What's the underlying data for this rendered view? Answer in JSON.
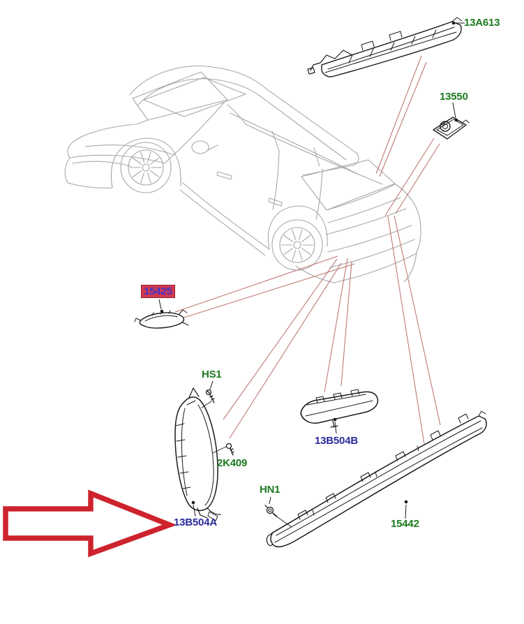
{
  "diagram": {
    "kind": "vehicle-rear-lamps-parts-diagram",
    "colors": {
      "label_green": "#1e7a1e",
      "label_blue": "#2b2b9c",
      "highlight_background": "#d03a50",
      "highlight_text": "#4632c8",
      "leader_line_red": "#bd7a74",
      "arrow_red": "#cd232d",
      "car_line_gray": "#a7a7a7",
      "part_line_black": "#1a1a1a"
    },
    "parts": [
      {
        "code": "13A613",
        "label_color": "green",
        "highlighted": false,
        "arrow_pointer": false
      },
      {
        "code": "13550",
        "label_color": "green",
        "highlighted": false,
        "arrow_pointer": false
      },
      {
        "code": "15425",
        "label_color": "highlight-blue-on-red",
        "highlighted": true,
        "arrow_pointer": false
      },
      {
        "code": "HS1",
        "label_color": "green",
        "highlighted": false,
        "arrow_pointer": false
      },
      {
        "code": "2K409",
        "label_color": "green",
        "highlighted": false,
        "arrow_pointer": false
      },
      {
        "code": "13B504B",
        "label_color": "blue",
        "highlighted": false,
        "arrow_pointer": false
      },
      {
        "code": "13B504A",
        "label_color": "blue",
        "highlighted": false,
        "arrow_pointer": true
      },
      {
        "code": "HN1",
        "label_color": "green",
        "highlighted": false,
        "arrow_pointer": false
      },
      {
        "code": "15442",
        "label_color": "green",
        "highlighted": false,
        "arrow_pointer": false
      }
    ]
  },
  "labels": {
    "p13A613": {
      "text": "13A613"
    },
    "p13550": {
      "text": "13550"
    },
    "p15425": {
      "text": "15425"
    },
    "pHS1": {
      "text": "HS1"
    },
    "p2K409": {
      "text": "2K409"
    },
    "p13B504B": {
      "text": "13B504B"
    },
    "p13B504A": {
      "text": "13B504A"
    },
    "pHN1": {
      "text": "HN1"
    },
    "p15442": {
      "text": "15442"
    }
  }
}
